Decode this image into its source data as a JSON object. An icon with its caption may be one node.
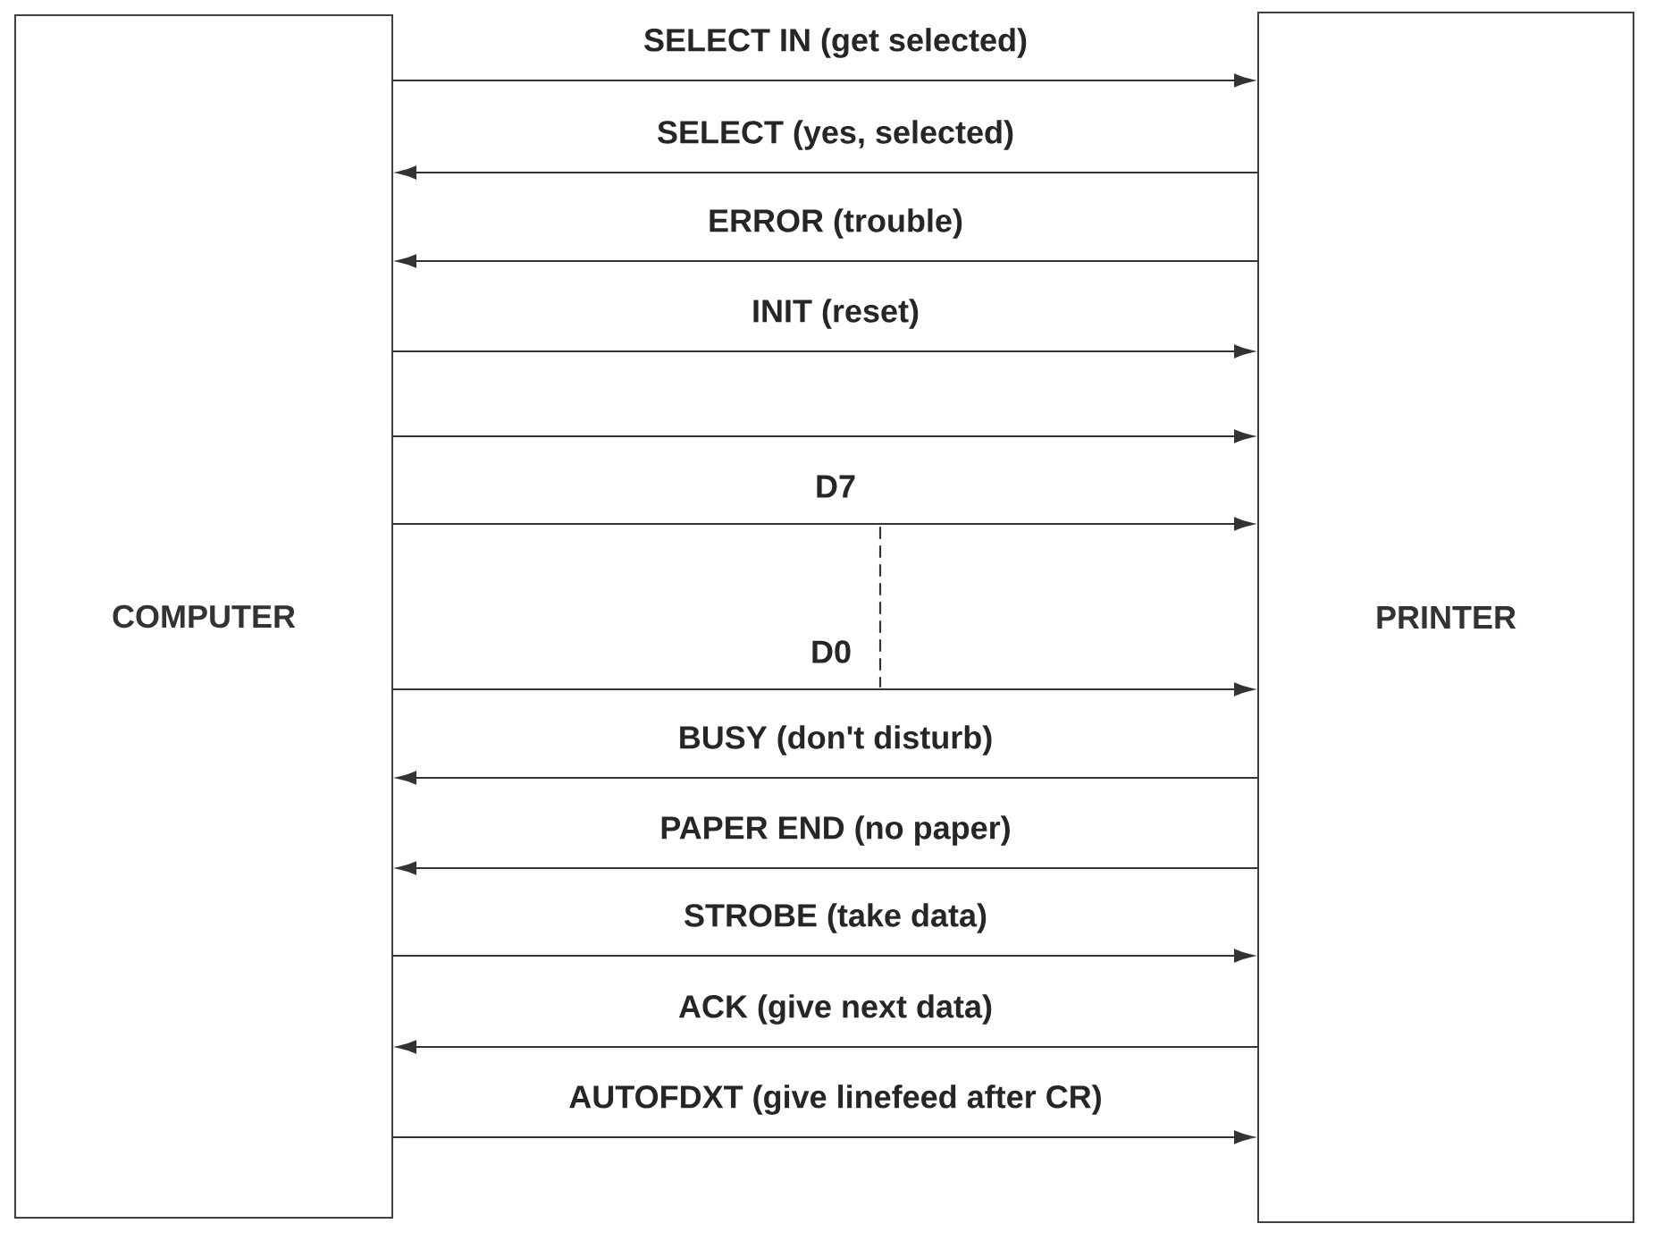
{
  "diagram": {
    "nodes": [
      {
        "text": [
          "COMPUTER"
        ]
      },
      {
        "text": [
          "PRINTER"
        ]
      }
    ],
    "edges": [
      {
        "from": 0,
        "to": 1,
        "arrow": "to",
        "label": "SELECT IN (get selected)"
      },
      {
        "from": 1,
        "to": 0,
        "arrow": "to",
        "label": "SELECT (yes, selected)"
      },
      {
        "from": 1,
        "to": 0,
        "arrow": "to",
        "label": "ERROR (trouble)"
      },
      {
        "from": 0,
        "to": 1,
        "arrow": "to",
        "label": "INIT (reset)"
      },
      {
        "from": 0,
        "to": 1,
        "arrow": "to"
      },
      {
        "from": 0,
        "to": 1,
        "arrow": "to",
        "label": "D7"
      },
      {
        "from": 0,
        "to": 1,
        "arrow": "to",
        "label": "D0"
      },
      {
        "from": 1,
        "to": 0,
        "arrow": "to",
        "label": "BUSY (don't disturb)"
      },
      {
        "from": 1,
        "to": 0,
        "arrow": "to",
        "label": "PAPER END (no paper)"
      },
      {
        "from": 0,
        "to": 1,
        "arrow": "to",
        "label": "STROBE (take data)"
      },
      {
        "from": 1,
        "to": 0,
        "arrow": "to",
        "label": "ACK (give next data)"
      },
      {
        "from": 0,
        "to": 1,
        "arrow": "to",
        "label": "AUTOFDXT (give linefeed after CR)"
      }
    ]
  }
}
